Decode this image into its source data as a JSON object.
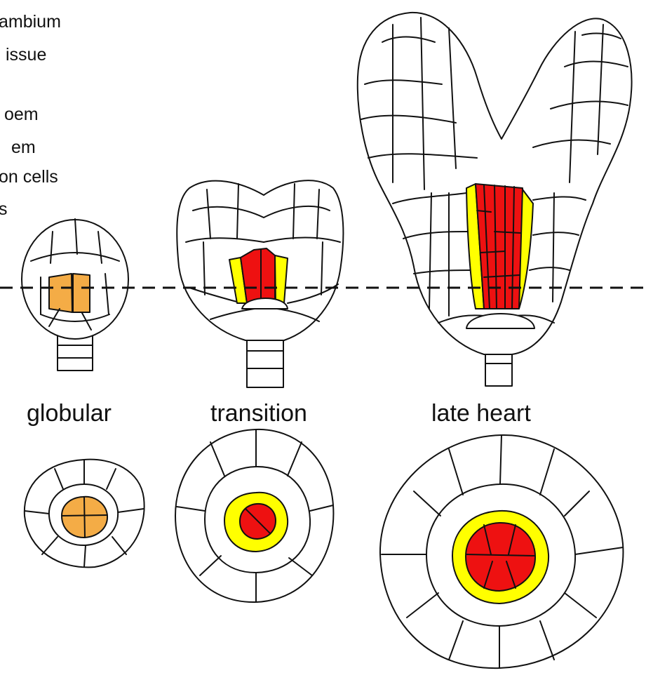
{
  "legend": {
    "items": [
      {
        "text": "ambium"
      },
      {
        "text": "issue"
      },
      {
        "text": "oem"
      },
      {
        "text": "em"
      },
      {
        "text": "on cells"
      },
      {
        "text": "s"
      }
    ]
  },
  "stages": [
    {
      "label": "globular"
    },
    {
      "label": "transition"
    },
    {
      "label": "late heart"
    }
  ],
  "colors": {
    "procambium": "#f4ac46",
    "phloem": "#ffff00",
    "xylem": "#ee1111",
    "outline": "#111111",
    "cell": "#ffffff"
  },
  "icons": {
    "section_line": "dashed-line"
  }
}
